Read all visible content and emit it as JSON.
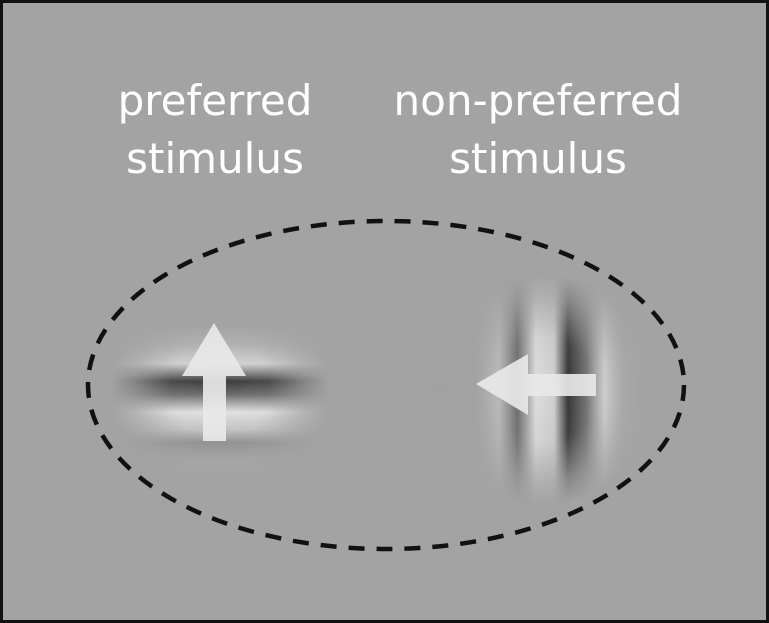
{
  "labels": {
    "preferred": {
      "line1": "preferred",
      "line2": "stimulus"
    },
    "non_preferred": {
      "line1": "non-preferred",
      "line2": "stimulus"
    }
  },
  "colors": {
    "background": "#a3a3a3",
    "frame": "#111111",
    "text": "#ffffff",
    "dashed_ellipse": "#111111",
    "arrow": "#e8e8e8"
  },
  "stimuli": {
    "preferred": {
      "grating_orientation": "horizontal",
      "motion_arrow": "up"
    },
    "non_preferred": {
      "grating_orientation": "vertical",
      "motion_arrow": "left"
    }
  }
}
